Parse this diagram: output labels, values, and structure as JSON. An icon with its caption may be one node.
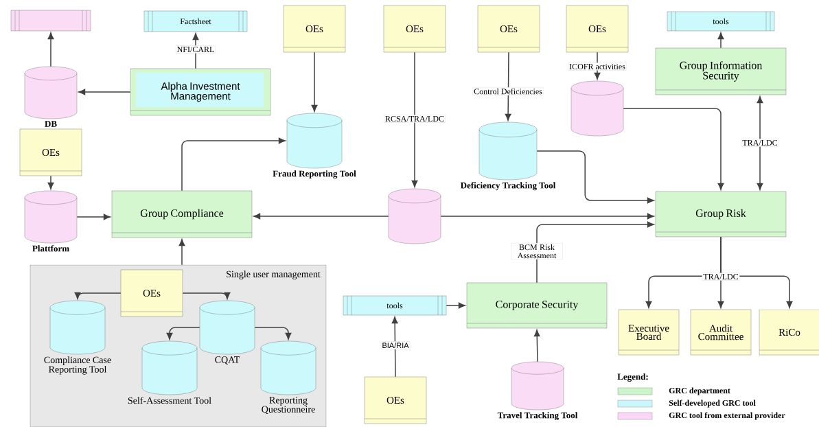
{
  "diagram": {
    "nodes": [
      {
        "text": [],
        "shape": "box"
      },
      {
        "text": [
          "Factsheet"
        ]
      },
      {
        "text": [
          "DB"
        ]
      },
      {
        "text": [
          "Alpha Investment Management"
        ]
      },
      {
        "text": [
          "OEs"
        ]
      },
      {
        "text": [
          "Fraud Reporting Tool"
        ]
      },
      {
        "text": [
          "OEs"
        ]
      },
      {
        "text": [
          "Plattform"
        ]
      },
      {
        "text": [
          "Group Compliance"
        ]
      },
      {
        "text": [
          "OEs"
        ]
      },
      {
        "text": [
          "OEs"
        ]
      },
      {
        "text": [
          "OEs"
        ]
      },
      {
        "text": [],
        "shape": "cylinder"
      },
      {
        "text": [
          "Deficiency Tracking Tool"
        ]
      },
      {
        "text": [],
        "shape": "cylinder"
      },
      {
        "text": [
          "tools"
        ]
      },
      {
        "text": [
          "Group Information Security"
        ]
      },
      {
        "text": [
          "Group Risk"
        ]
      },
      {
        "text": [
          "Single user management"
        ]
      },
      {
        "text": [
          "OEs"
        ],
        "in": 18
      },
      {
        "text": [
          "Compliance Case Reporting Tool"
        ],
        "in": 18
      },
      {
        "text": [
          "CQAT"
        ],
        "in": 18
      },
      {
        "text": [
          "Self-Assessment Tool"
        ],
        "in": 18
      },
      {
        "text": [
          "Reporting Questionneire"
        ],
        "in": 18
      },
      {
        "text": [
          "tools"
        ]
      },
      {
        "text": [
          "Corporate Security"
        ]
      },
      {
        "text": [
          "OEs"
        ]
      },
      {
        "text": [
          "Travel Tracking Tool"
        ]
      },
      {
        "text": [
          "Executive Board"
        ]
      },
      {
        "text": [
          "Audit Committee"
        ]
      },
      {
        "text": [
          "RiCo"
        ]
      }
    ],
    "edges": [
      {
        "from": 2,
        "to": 0,
        "arrow": "to"
      },
      {
        "from": 3,
        "to": 2,
        "arrow": "to"
      },
      {
        "from": 3,
        "to": 1,
        "arrow": "to",
        "label": "NFI/CARL"
      },
      {
        "from": 4,
        "to": 5,
        "arrow": "to"
      },
      {
        "from": 6,
        "to": 7,
        "arrow": "to"
      },
      {
        "from": 7,
        "to": 8,
        "arrow": "to"
      },
      {
        "from": 8,
        "to": 5,
        "arrow": "to"
      },
      {
        "from": 12,
        "to": 8,
        "arrow": "to"
      },
      {
        "from": 9,
        "to": 12,
        "arrow": "to",
        "label": "RCSA/TRA/LDC"
      },
      {
        "from": 10,
        "to": 13,
        "arrow": "to",
        "label": "Control Deficiencies"
      },
      {
        "from": 11,
        "to": 14,
        "arrow": "to",
        "label": "ICOFR activities"
      },
      {
        "from": 13,
        "to": 17,
        "arrow": "to"
      },
      {
        "from": 12,
        "to": 17,
        "arrow": "to"
      },
      {
        "from": 14,
        "to": 17,
        "arrow": "to"
      },
      {
        "from": 17,
        "to": 16,
        "arrow": "both",
        "label": "TRA/LDC"
      },
      {
        "from": 16,
        "to": 15,
        "arrow": "to"
      },
      {
        "from": 25,
        "to": 17,
        "arrow": "to",
        "label": "BCM Risk Assessment"
      },
      {
        "from": 24,
        "to": 25,
        "arrow": "to"
      },
      {
        "from": 26,
        "to": 24,
        "arrow": "to",
        "label": "BIA/RIA"
      },
      {
        "from": 27,
        "to": 25,
        "arrow": "to"
      },
      {
        "from": 17,
        "to": 28,
        "arrow": "to"
      },
      {
        "from": 17,
        "to": 29,
        "arrow": "to",
        "label": "TRA/LDC"
      },
      {
        "from": 17,
        "to": 30,
        "arrow": "to"
      },
      {
        "from": 18,
        "to": 8,
        "arrow": "to"
      },
      {
        "from": 19,
        "to": 20,
        "arrow": "to"
      },
      {
        "from": 19,
        "to": 21,
        "arrow": "to"
      },
      {
        "from": 21,
        "to": 22,
        "arrow": "to"
      },
      {
        "from": 21,
        "to": 23,
        "arrow": "to"
      }
    ],
    "labels": [
      "Legend:"
    ],
    "legend": [
      {
        "text": "GRC department",
        "color": "#ccf5cc"
      },
      {
        "text": "Self-developed GRC tool",
        "color": "#c8f8fc"
      },
      {
        "text": "GRC tool from external provider",
        "color": "#fbd6f6"
      }
    ]
  }
}
